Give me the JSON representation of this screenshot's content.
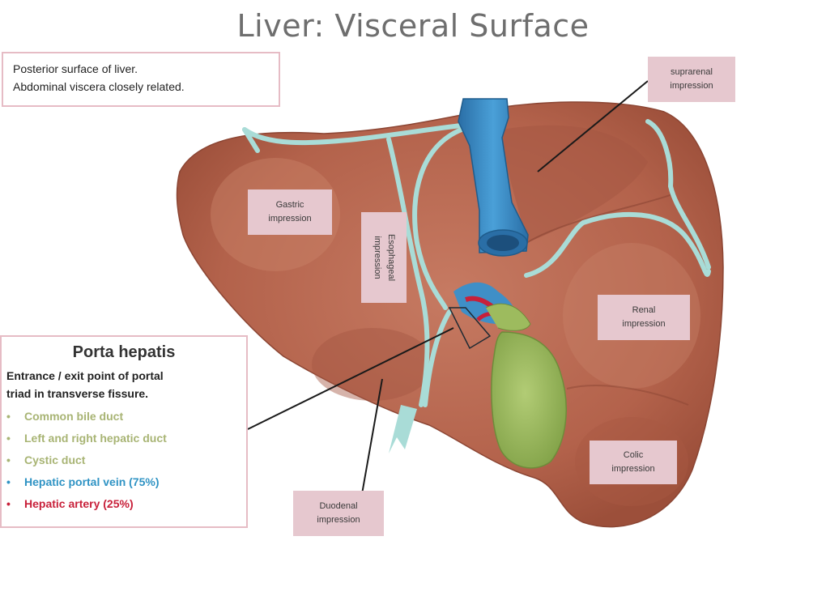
{
  "title": "Liver: Visceral Surface",
  "note": {
    "line1": "Posterior surface of liver.",
    "line2": "Abdominal viscera closely related."
  },
  "labels": {
    "suprarenal": [
      "suprarenal",
      "impression"
    ],
    "gastric": [
      "Gastric",
      "impression"
    ],
    "esophageal": [
      "Esophageal",
      "impression"
    ],
    "renal": [
      "Renal",
      "impression"
    ],
    "colic": [
      "Colic",
      "impression"
    ],
    "duodenal": [
      "Duodenal",
      "impression"
    ]
  },
  "porta": {
    "title": "Porta hepatis",
    "desc_line1": "Entrance / exit point of portal",
    "desc_line2": "triad in transverse fissure.",
    "items": [
      {
        "text": "Common bile duct",
        "color": "#a8b474"
      },
      {
        "text": "Left and right hepatic duct",
        "color": "#a8b474"
      },
      {
        "text": "Cystic duct",
        "color": "#a8b474"
      },
      {
        "text": "Hepatic portal vein (75%)",
        "color": "#2f93c4"
      },
      {
        "text": "Hepatic artery (25%)",
        "color": "#c8203a"
      }
    ]
  },
  "colors": {
    "liver": "#b8664f",
    "vein": "#3f8fc7",
    "gallbladder": "#9dbb5e",
    "ligament": "#a9dcd7",
    "label_box": "#e6c8cf"
  }
}
